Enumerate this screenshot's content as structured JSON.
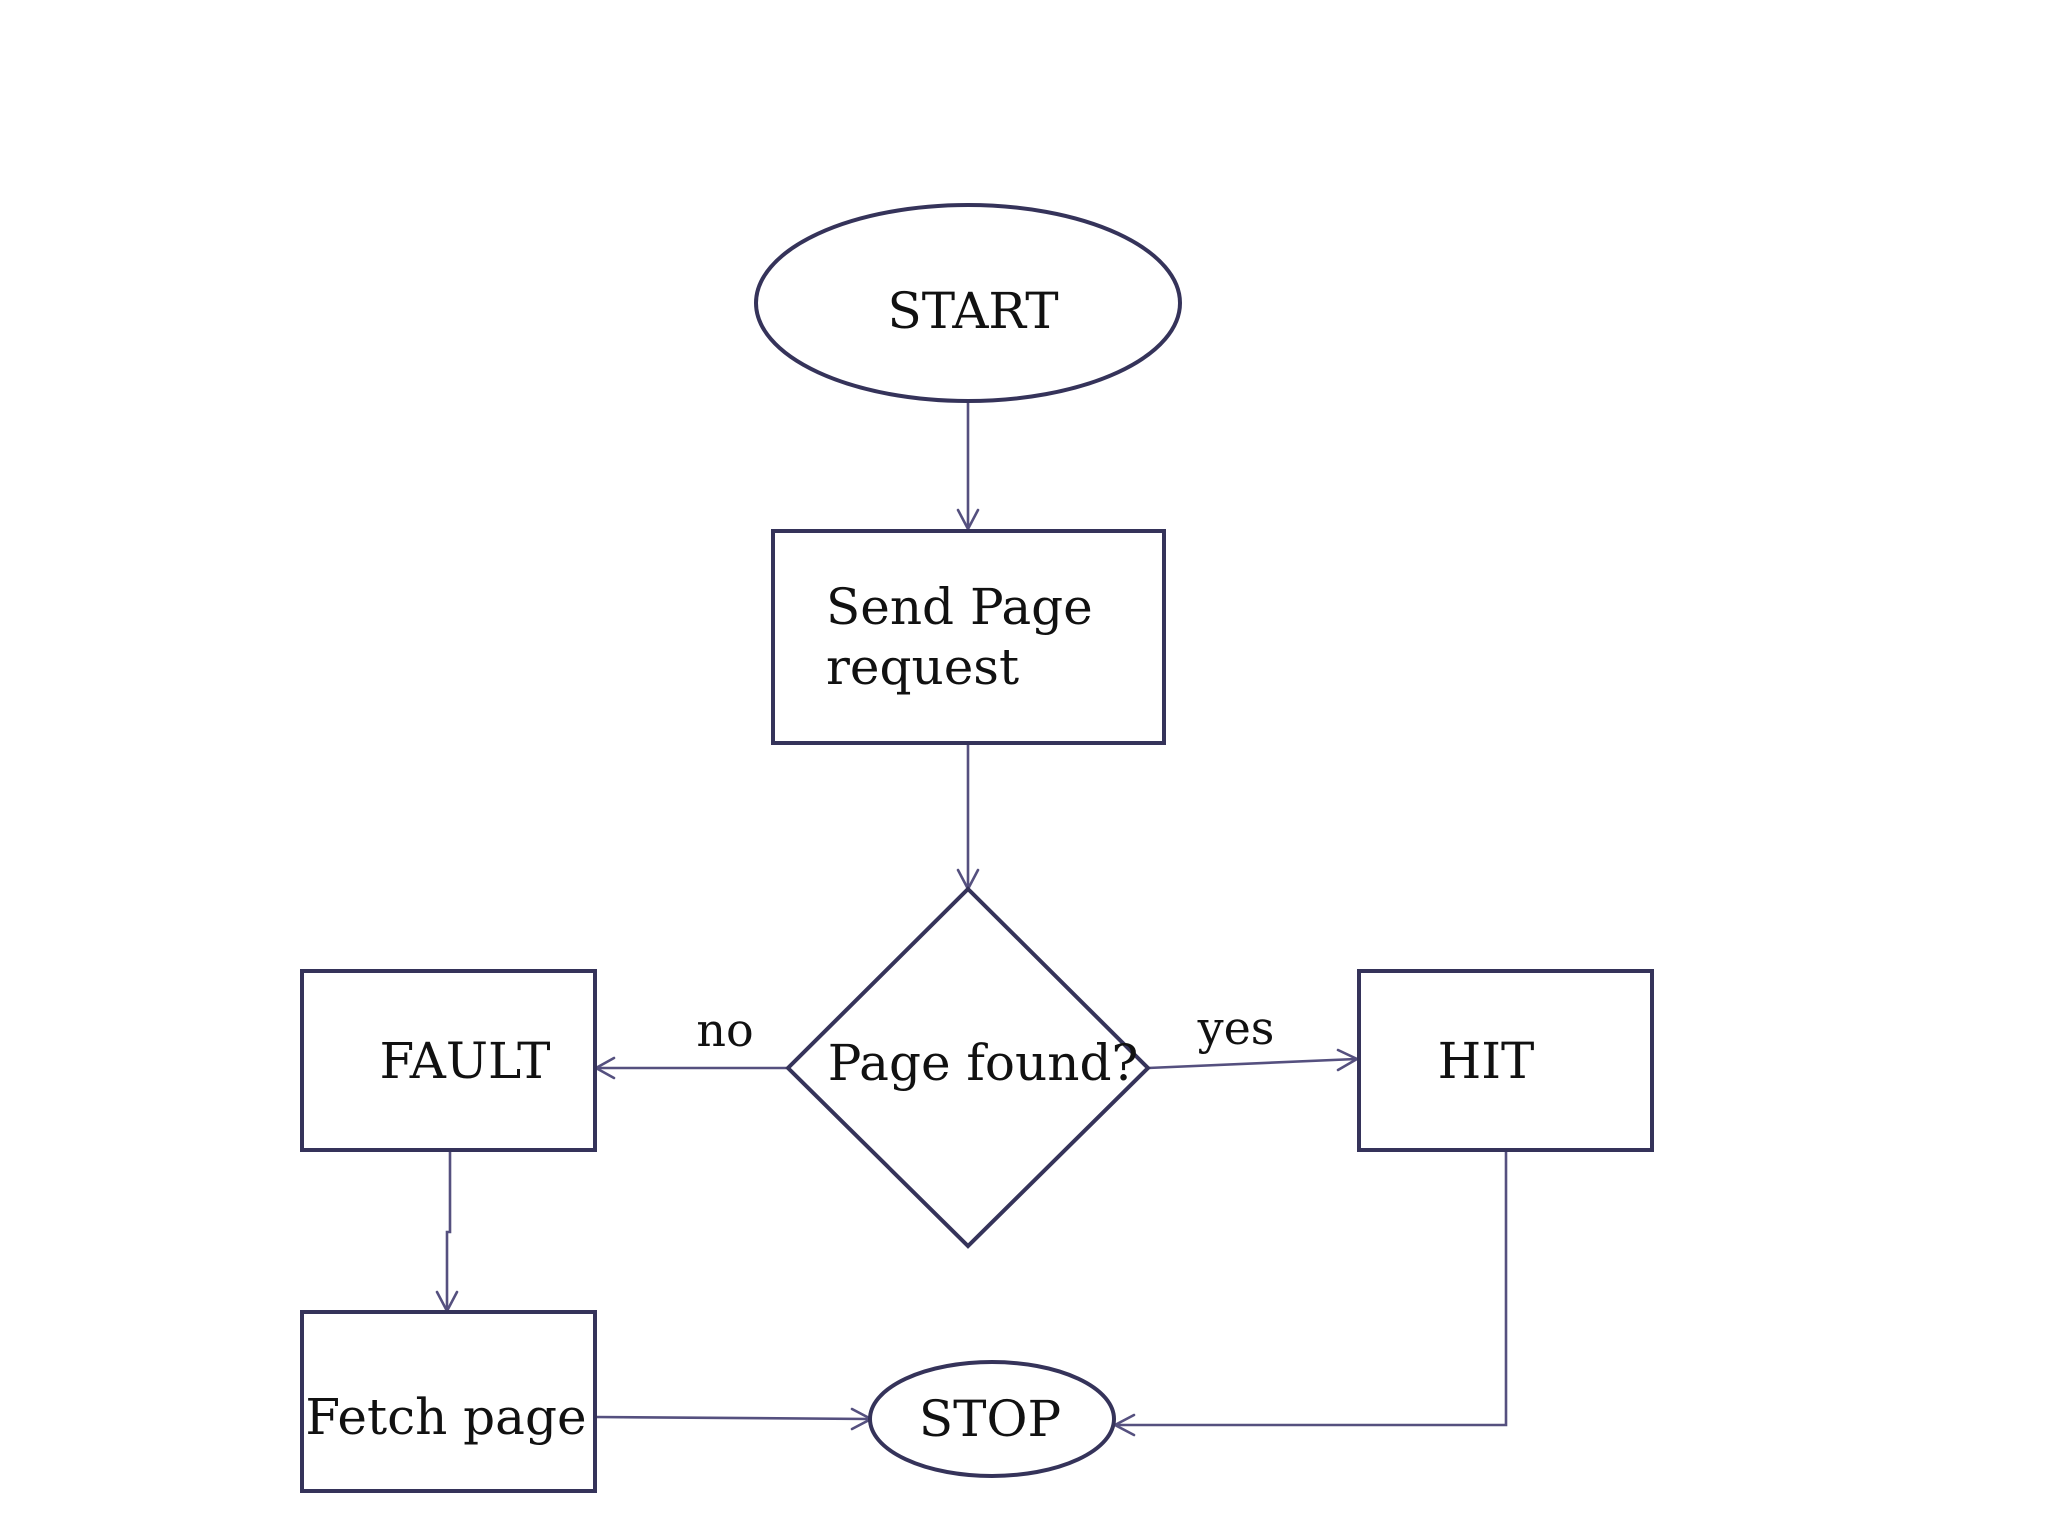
{
  "diagram": {
    "type": "flowchart",
    "colors": {
      "node_stroke": "#35335a",
      "edge_stroke": "#55507f",
      "background": "#ffffff",
      "text": "#111111"
    },
    "nodes": {
      "start": {
        "shape": "ellipse",
        "label": "START"
      },
      "send": {
        "shape": "rectangle",
        "label_line1": "Send Page",
        "label_line2": "request"
      },
      "decision": {
        "shape": "diamond",
        "label": "Page found?"
      },
      "fault": {
        "shape": "rectangle",
        "label": "FAULT"
      },
      "hit": {
        "shape": "rectangle",
        "label": "HIT"
      },
      "fetch": {
        "shape": "rectangle",
        "label": "Fetch page"
      },
      "stop": {
        "shape": "ellipse",
        "label": "STOP"
      }
    },
    "edges": [
      {
        "from": "START",
        "to": "Send Page request",
        "label": ""
      },
      {
        "from": "Send Page request",
        "to": "Page found?",
        "label": ""
      },
      {
        "from": "Page found?",
        "to": "FAULT",
        "label": "no"
      },
      {
        "from": "Page found?",
        "to": "HIT",
        "label": "yes"
      },
      {
        "from": "FAULT",
        "to": "Fetch page",
        "label": ""
      },
      {
        "from": "Fetch page",
        "to": "STOP",
        "label": ""
      },
      {
        "from": "HIT",
        "to": "STOP",
        "label": ""
      }
    ],
    "edge_labels": {
      "no": "no",
      "yes": "yes"
    }
  }
}
